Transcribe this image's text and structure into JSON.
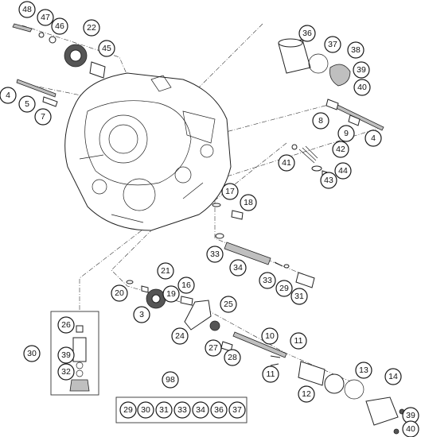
{
  "callouts": {
    "c48": "48",
    "c47": "47",
    "c46": "46",
    "c22": "22",
    "c45": "45",
    "c4a": "4",
    "c5": "5",
    "c7": "7",
    "c36": "36",
    "c37": "37",
    "c38": "38",
    "c39a": "39",
    "c40a": "40",
    "c8": "8",
    "c9": "9",
    "c4b": "4",
    "c42": "42",
    "c41": "41",
    "c43": "43",
    "c44": "44",
    "c17": "17",
    "c18": "18",
    "c33a": "33",
    "c34": "34",
    "c33b": "33",
    "c29a": "29",
    "c31a": "31",
    "c21": "21",
    "c20": "20",
    "c16": "16",
    "c19": "19",
    "c3": "3",
    "c25": "25",
    "c24": "24",
    "c10": "10",
    "c11a": "11",
    "c27": "27",
    "c28": "28",
    "c11b": "11",
    "c26": "26",
    "c30": "30",
    "c39b": "39",
    "c32": "32",
    "c13": "13",
    "c14": "14",
    "c12": "12",
    "c39c": "39",
    "c40b": "40",
    "c98": "98"
  },
  "kit": {
    "c29": "29",
    "c30": "30",
    "c31": "31",
    "c33": "33",
    "c34": "34",
    "c36": "36",
    "c37": "37"
  }
}
